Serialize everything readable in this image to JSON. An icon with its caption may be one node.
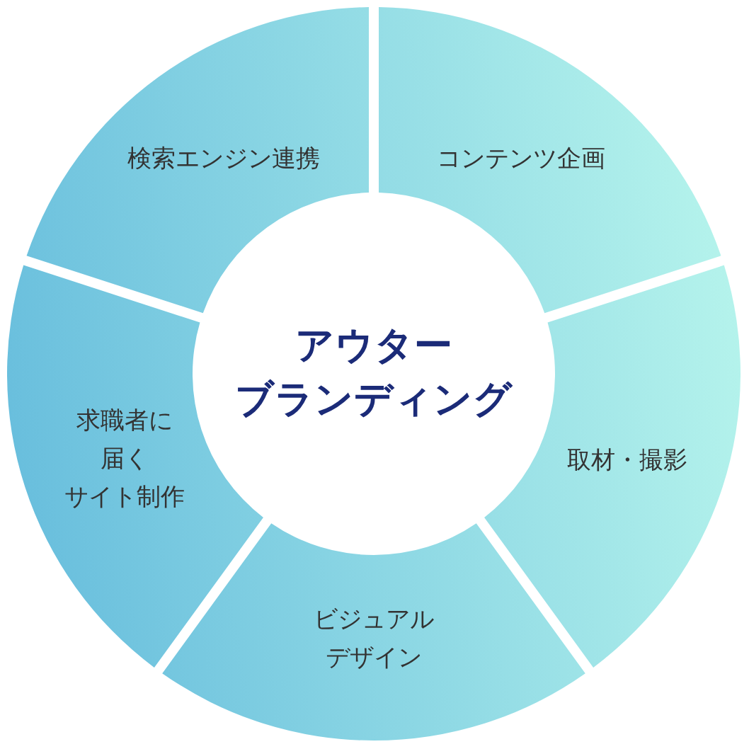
{
  "diagram": {
    "nodes": [
      {
        "text": [
          "検索エンジン連携"
        ]
      },
      {
        "text": [
          "コンテンツ企画"
        ]
      },
      {
        "text": [
          "アウターブランディング"
        ]
      },
      {
        "text": [
          "求職者に届くサイト制作"
        ]
      },
      {
        "text": [
          "取材・撮影"
        ]
      },
      {
        "text": [
          "ビジュアルデザイン"
        ]
      }
    ]
  }
}
